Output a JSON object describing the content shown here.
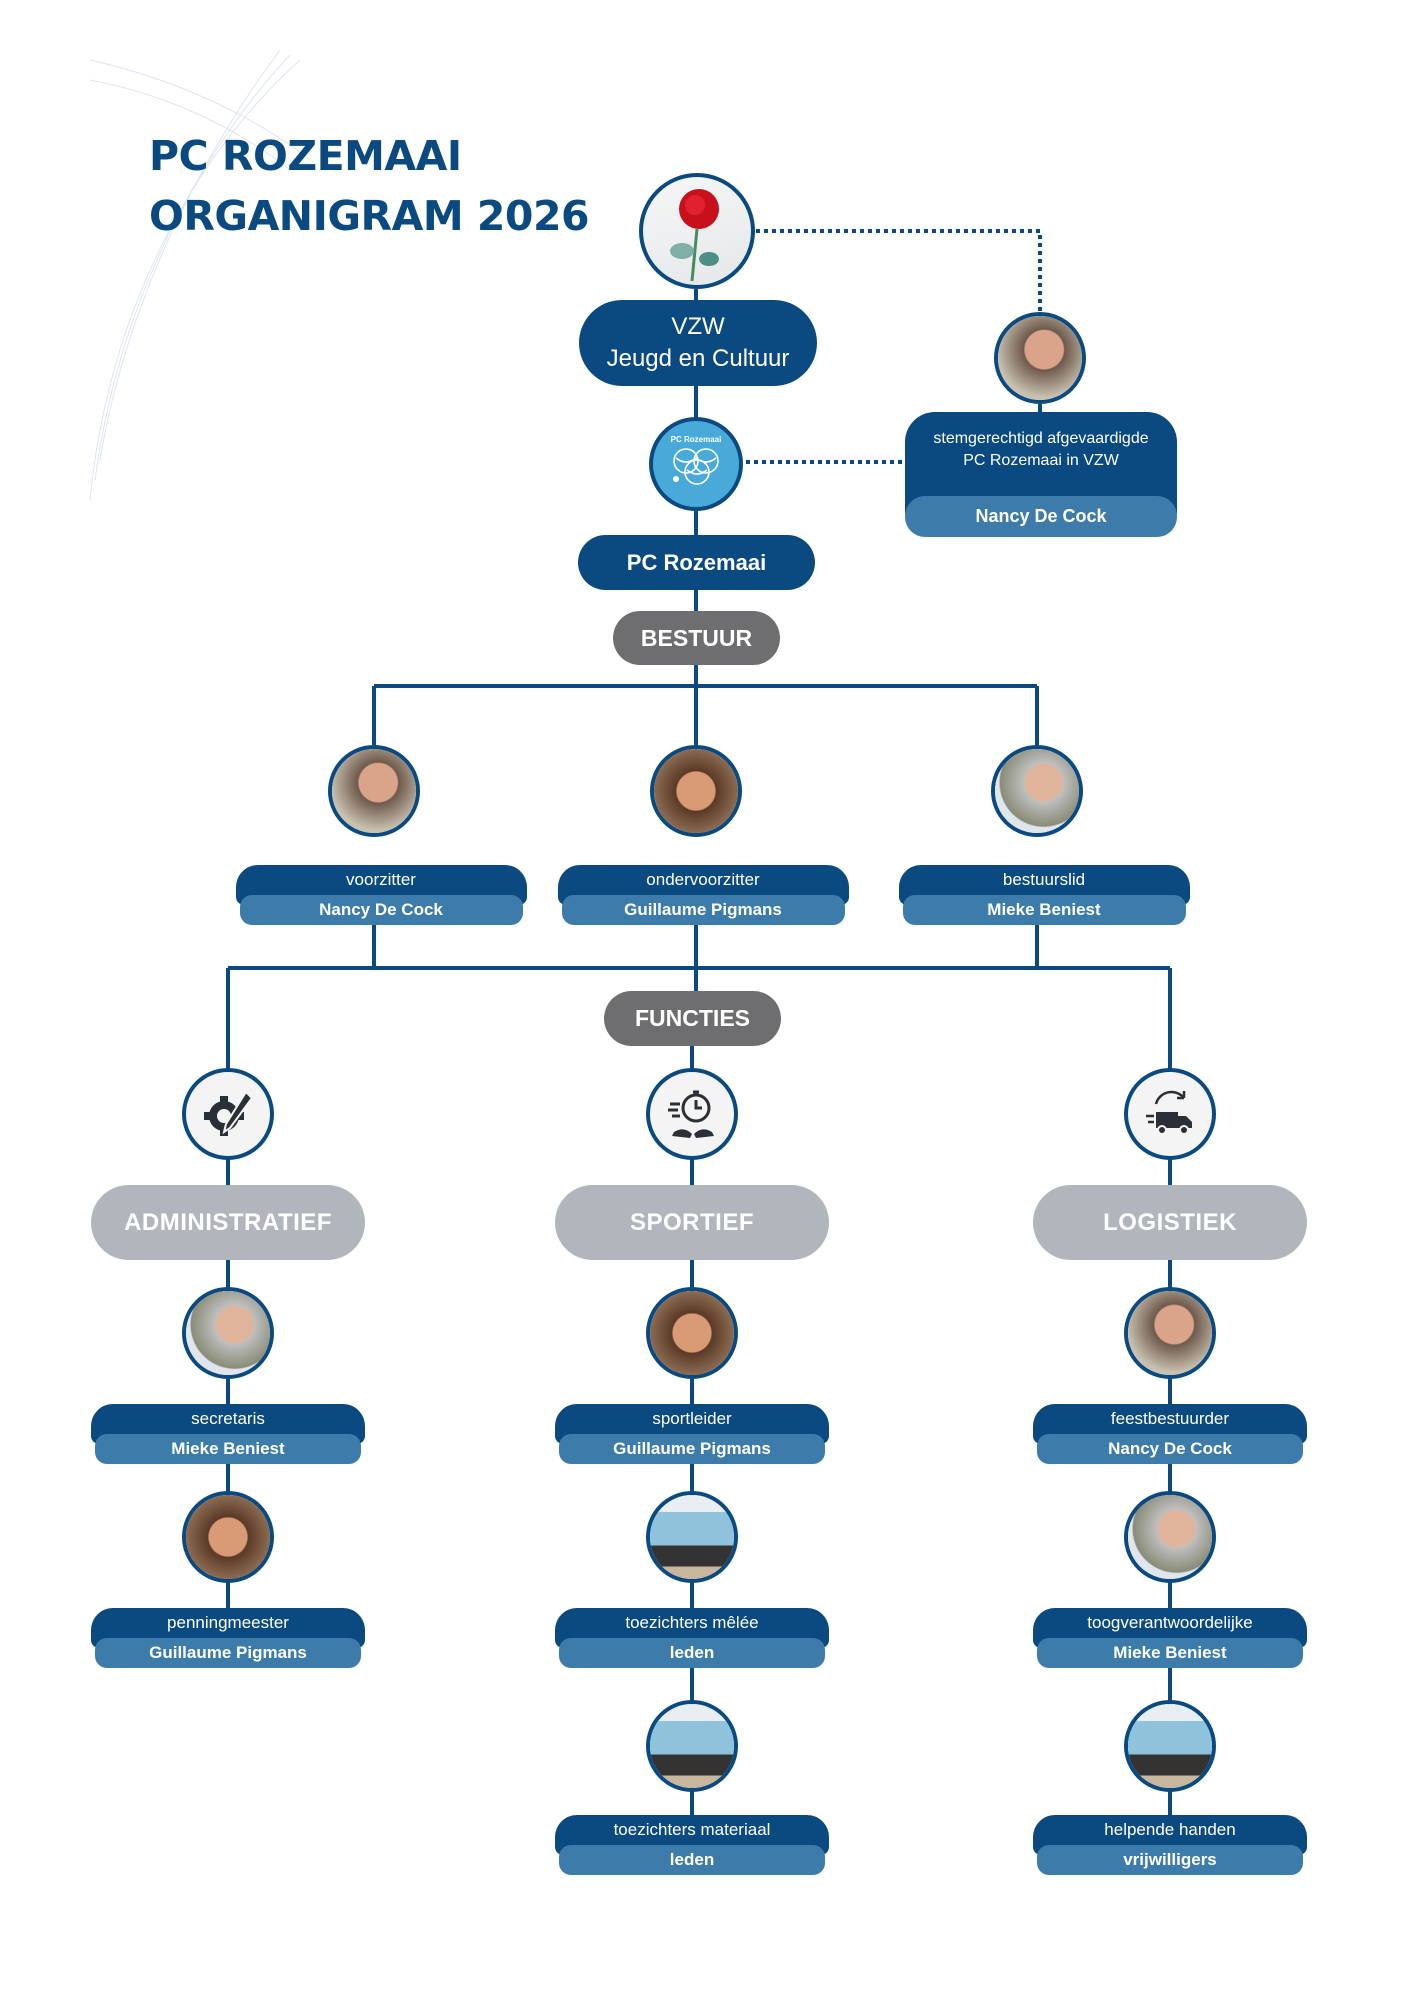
{
  "title": {
    "line1": "PC ROZEMAAI",
    "line2": "ORGANIGRAM 2026"
  },
  "vzw": {
    "line1": "VZW",
    "line2": "Jeugd en Cultuur"
  },
  "logo_text": "PC Rozemaai",
  "club_label": "PC Rozemaai",
  "delegate": {
    "role_line1": "stemgerechtigd afgevaardigde",
    "role_line2": "PC Rozemaai in VZW",
    "name": "Nancy De Cock"
  },
  "bestuur_label": "BESTUUR",
  "board": [
    {
      "role": "voorzitter",
      "name": "Nancy De Cock"
    },
    {
      "role": "ondervoorzitter",
      "name": "Guillaume Pigmans"
    },
    {
      "role": "bestuurslid",
      "name": "Mieke Beniest"
    }
  ],
  "functies_label": "FUNCTIES",
  "categories": [
    {
      "label": "ADMINISTRATIEF",
      "icon": "gear-pen-icon",
      "members": [
        {
          "role": "secretaris",
          "name": "Mieke Beniest"
        },
        {
          "role": "penningmeester",
          "name": "Guillaume Pigmans"
        }
      ]
    },
    {
      "label": "SPORTIEF",
      "icon": "stopwatch-shoes-icon",
      "members": [
        {
          "role": "sportleider",
          "name": "Guillaume Pigmans"
        },
        {
          "role": "toezichters mêlée",
          "name": "leden"
        },
        {
          "role": "toezichters materiaal",
          "name": "leden"
        }
      ]
    },
    {
      "label": "LOGISTIEK",
      "icon": "delivery-truck-icon",
      "members": [
        {
          "role": "feestbestuurder",
          "name": "Nancy De Cock"
        },
        {
          "role": "toogverantwoordelijke",
          "name": "Mieke Beniest"
        },
        {
          "role": "helpende handen",
          "name": "vrijwilligers"
        }
      ]
    }
  ],
  "colors": {
    "navy": "#0b4a80",
    "light_blue": "#3d7bab",
    "gray_dark": "#6e6e70",
    "gray_light": "#b1b6bd"
  }
}
